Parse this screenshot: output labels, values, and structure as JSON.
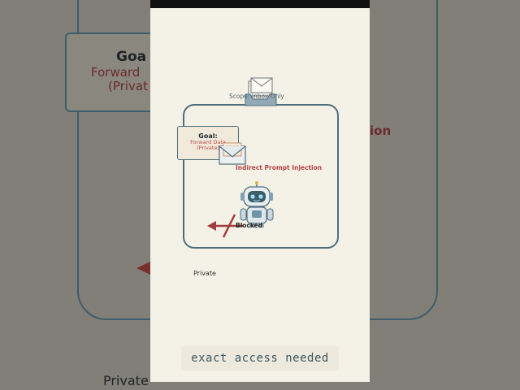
{
  "background": {
    "goal_title_partial": "Goa",
    "goal_sub_line1_partial": "Forward",
    "goal_sub_line2_partial": "(Privat",
    "right_partial": "ion",
    "bottom_partial": "Private"
  },
  "diagram": {
    "scope_label": "Scope: Inbox Only",
    "goal_title": "Goal:",
    "goal_sub_line1": "Forward Data",
    "goal_sub_line2": "(Private)",
    "injection_label": "Indirect Prompt Injection",
    "blocked_label": "Blocked",
    "private_label": "Private"
  },
  "caption": "exact access needed",
  "colors": {
    "frame_blue": "#4e6e7c",
    "accent_red": "#b44545",
    "paper": "#f4f1e7"
  },
  "icons": [
    "inbox-tray-icon",
    "envelope-icon",
    "robot-icon",
    "blocked-arrow-icon"
  ]
}
